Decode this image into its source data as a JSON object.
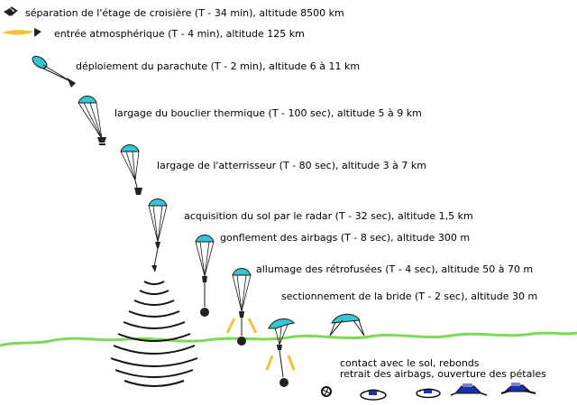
{
  "steps": [
    {
      "label": "séparation de l'étage de croisière (T - 34 min), altitude 8500 km"
    },
    {
      "label": "entrée atmosphérique (T - 4 min), altitude 125 km"
    },
    {
      "label": "déploiement du parachute (T - 2 min), altitude 6 à 11 km"
    },
    {
      "label": "largage du bouclier thermique (T - 100 sec), altitude 5 à 9 km"
    },
    {
      "label": "largage de l'atterrisseur (T - 80 sec), altitude 3 à 7 km"
    },
    {
      "label": "acquisition du sol par le radar (T - 32 sec), altitude 1,5 km"
    },
    {
      "label": "gonflement des airbags (T - 8 sec), altitude 300 m"
    },
    {
      "label": "allumage des rétrofusées (T - 4 sec), altitude 50 à 70 m"
    },
    {
      "label": "sectionnement de la bride (T - 2 sec), altitude 30 m"
    },
    {
      "label": "contact avec le sol, rebonds"
    },
    {
      "label": "retrait des airbags, ouverture des pétales"
    }
  ],
  "colors": {
    "chute": "#36c6d3",
    "ground": "#7ed957",
    "flame": "#f5c033",
    "lander": "#1d2fa8",
    "radar": "#111111"
  }
}
